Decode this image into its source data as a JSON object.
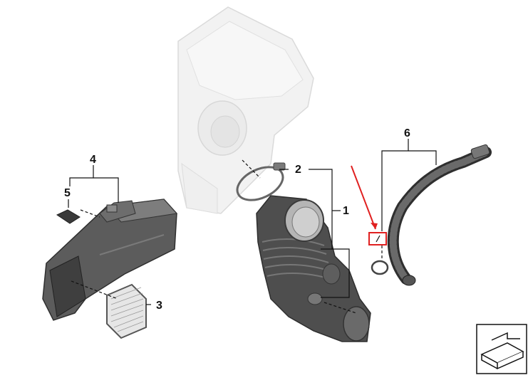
{
  "callouts": [
    {
      "id": "c1",
      "label": "1"
    },
    {
      "id": "c2",
      "label": "2"
    },
    {
      "id": "c3",
      "label": "3"
    },
    {
      "id": "c4",
      "label": "4"
    },
    {
      "id": "c5",
      "label": "5"
    },
    {
      "id": "c6",
      "label": "6"
    }
  ],
  "colors": {
    "line": "#111111",
    "highlight": "#e02020",
    "housing_ghost": "#e6e6e6",
    "part_dark": "#5a5a5a",
    "part_mid": "#8c8c8c"
  },
  "icons": [
    "air-filter-housing-icon",
    "intake-duct-icon",
    "mesh-grille-icon",
    "air-inlet-duct-icon",
    "vent-hose-icon",
    "corner-navigation-icon"
  ]
}
